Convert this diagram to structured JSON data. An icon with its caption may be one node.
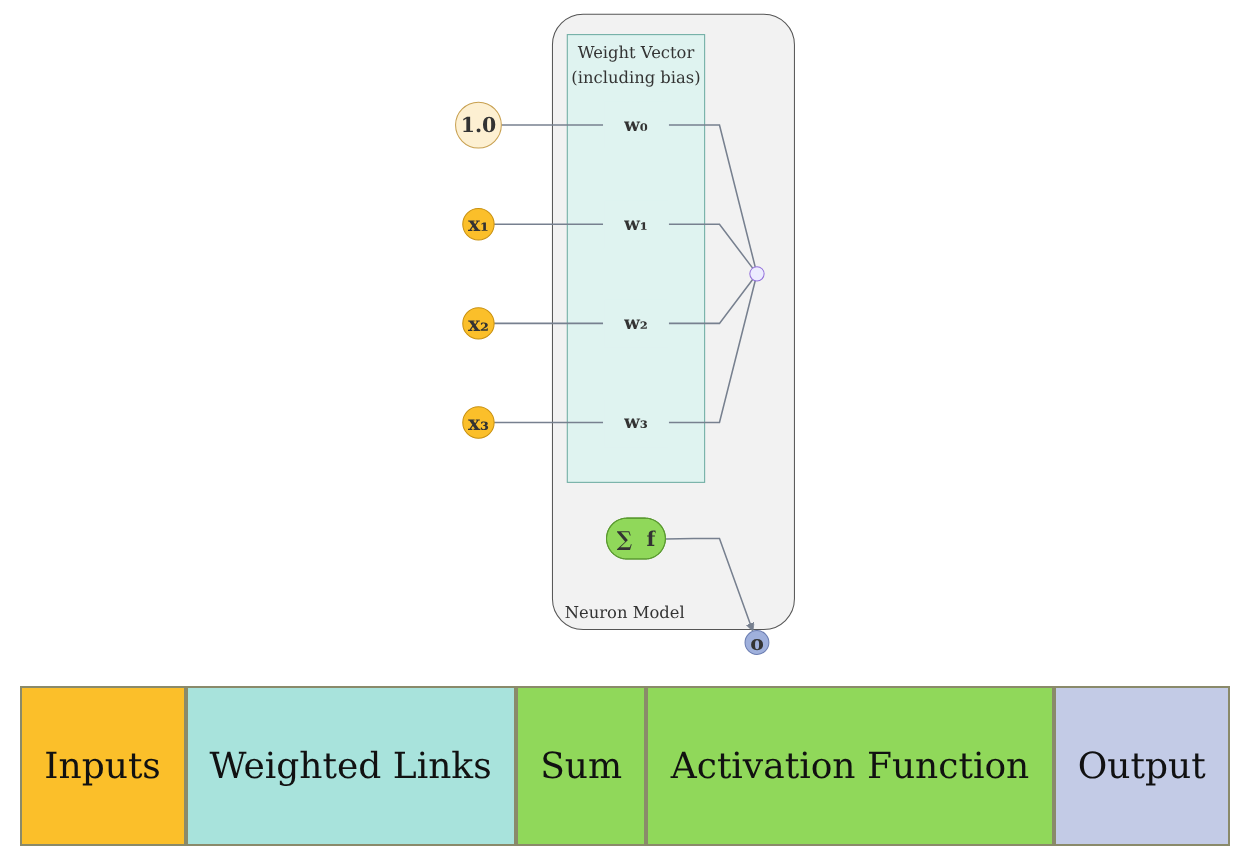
{
  "diagram": {
    "nodes": [
      {
        "text": [
          "1.0"
        ]
      },
      {
        "text": [
          "x₁"
        ]
      },
      {
        "text": [
          "x₂"
        ]
      },
      {
        "text": [
          "x₃"
        ]
      },
      {
        "text": [
          "Neuron Model"
        ]
      },
      {
        "text": [
          "Weight Vector (including bias)"
        ],
        "in": 4
      },
      {
        "text": [
          "w₀"
        ],
        "in": 5
      },
      {
        "text": [
          "w₁"
        ],
        "in": 5
      },
      {
        "text": [
          "w₂"
        ],
        "in": 5
      },
      {
        "text": [
          "w₃"
        ],
        "in": 5
      },
      {
        "text": [],
        "shape": "circle",
        "in": 4
      },
      {
        "text": [
          "∑",
          "f"
        ],
        "in": 4
      },
      {
        "text": [
          "o"
        ]
      }
    ],
    "edges": [
      {
        "from": 0,
        "to": 6,
        "arrow": "none"
      },
      {
        "from": 1,
        "to": 7,
        "arrow": "none"
      },
      {
        "from": 2,
        "to": 8,
        "arrow": "none"
      },
      {
        "from": 3,
        "to": 9,
        "arrow": "none"
      },
      {
        "from": 6,
        "to": 10,
        "arrow": "none"
      },
      {
        "from": 7,
        "to": 10,
        "arrow": "none"
      },
      {
        "from": 8,
        "to": 10,
        "arrow": "none"
      },
      {
        "from": 9,
        "to": 10,
        "arrow": "none"
      },
      {
        "from": 11,
        "to": 12,
        "arrow": "to"
      }
    ],
    "legend": [
      {
        "text": "Inputs",
        "color": "#fbbf2a"
      },
      {
        "text": "Weighted Links",
        "color": "#a8e3dc"
      },
      {
        "text": "Sum",
        "color": "#90d85a"
      },
      {
        "text": "Activation Function",
        "color": "#90d85a"
      },
      {
        "text": "Output",
        "color": "#c3cbe6"
      }
    ]
  }
}
